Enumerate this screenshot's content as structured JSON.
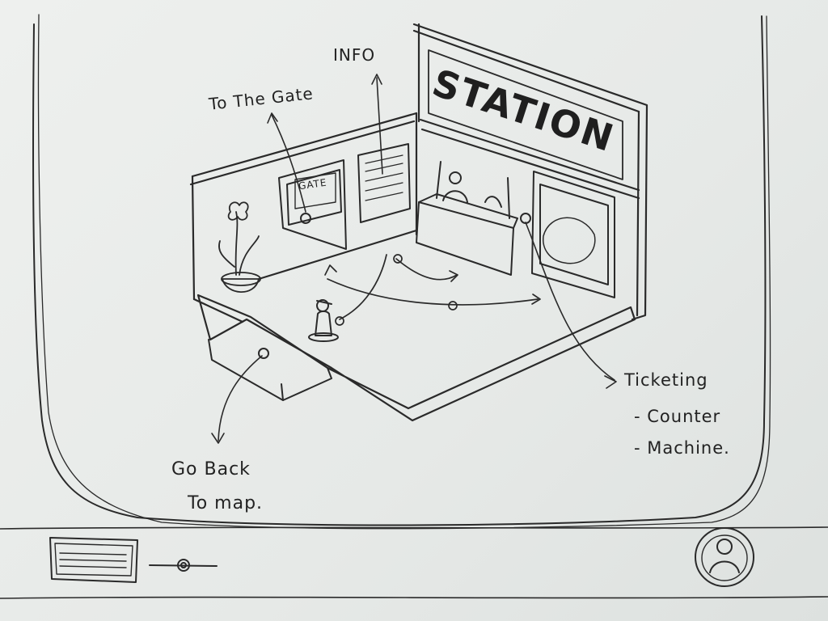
{
  "sign": {
    "station": "STATION",
    "gate": "GATE"
  },
  "annotations": {
    "to_the_gate": "To The Gate",
    "info": "INFO",
    "ticketing": "Ticketing",
    "ticketing_counter": "- Counter",
    "ticketing_machine": "- Machine.",
    "go_back_line1": "Go Back",
    "go_back_line2": "To map."
  },
  "icons": {
    "player": "player-figure-icon",
    "profile": "profile-avatar-icon",
    "menu": "menu-panel-icon",
    "slider": "slider-icon"
  },
  "colors": {
    "ink": "#2a2a2a",
    "paper": "#e9ecea"
  }
}
